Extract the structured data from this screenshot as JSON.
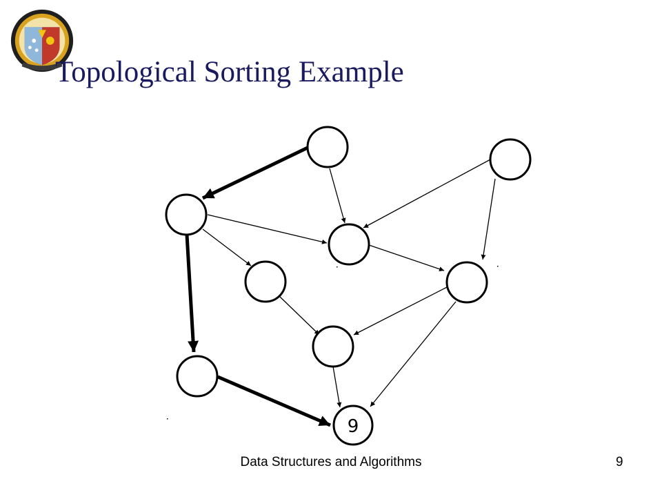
{
  "slide": {
    "title": "Topological Sorting Example",
    "footer": "Data Structures and Algorithms",
    "page_number": "9"
  },
  "logo": {
    "icon": "university-crest-icon"
  },
  "graph": {
    "nodes": [
      {
        "id": "top",
        "label": ""
      },
      {
        "id": "topright",
        "label": ""
      },
      {
        "id": "left",
        "label": ""
      },
      {
        "id": "center",
        "label": ""
      },
      {
        "id": "midleft",
        "label": ""
      },
      {
        "id": "right",
        "label": ""
      },
      {
        "id": "lowcenter",
        "label": ""
      },
      {
        "id": "bottomleft",
        "label": ""
      },
      {
        "id": "bottom",
        "label": "9"
      }
    ],
    "edges": [
      {
        "from": "top",
        "to": "left",
        "highlighted": true
      },
      {
        "from": "top",
        "to": "center",
        "highlighted": false
      },
      {
        "from": "topright",
        "to": "center",
        "highlighted": false
      },
      {
        "from": "topright",
        "to": "right",
        "highlighted": false
      },
      {
        "from": "left",
        "to": "center",
        "highlighted": false
      },
      {
        "from": "left",
        "to": "midleft",
        "highlighted": false
      },
      {
        "from": "left",
        "to": "bottomleft",
        "highlighted": true
      },
      {
        "from": "center",
        "to": "right",
        "highlighted": false
      },
      {
        "from": "midleft",
        "to": "lowcenter",
        "highlighted": false
      },
      {
        "from": "right",
        "to": "lowcenter",
        "highlighted": false
      },
      {
        "from": "right",
        "to": "bottom",
        "highlighted": false
      },
      {
        "from": "lowcenter",
        "to": "bottom",
        "highlighted": false
      },
      {
        "from": "bottomleft",
        "to": "bottom",
        "highlighted": true
      }
    ]
  }
}
